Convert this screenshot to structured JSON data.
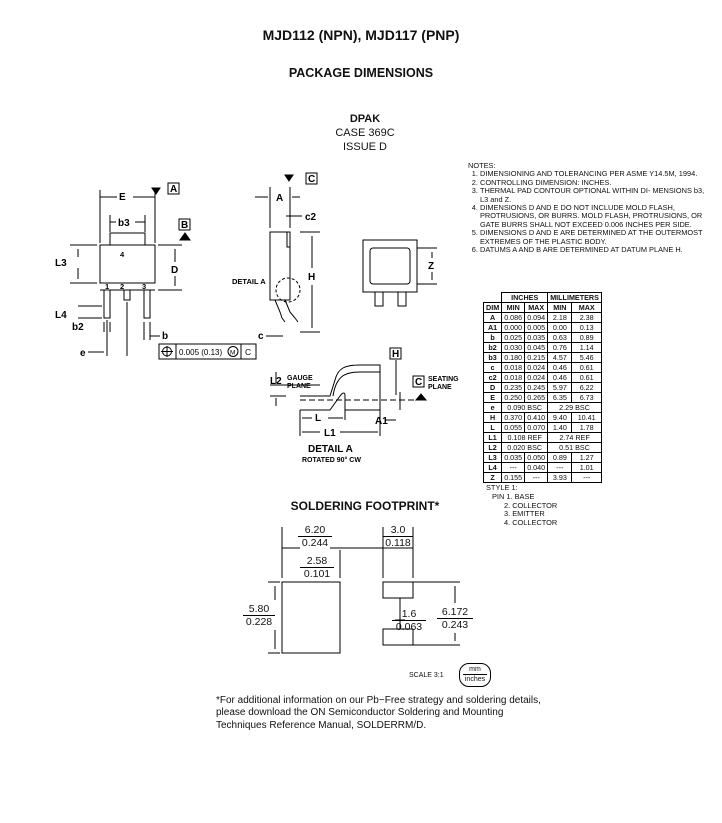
{
  "title": "MJD112 (NPN), MJD117 (PNP)",
  "subtitle": "PACKAGE DIMENSIONS",
  "package": {
    "name": "DPAK",
    "case": "CASE 369C",
    "issue": "ISSUE D"
  },
  "notes": {
    "heading": "NOTES:",
    "items": [
      "DIMENSIONING AND TOLERANCING PER ASME Y14.5M, 1994.",
      "CONTROLLING DIMENSION: INCHES.",
      "THERMAL PAD CONTOUR OPTIONAL WITHIN DI- MENSIONS b3, L3 and Z.",
      "DIMENSIONS D AND E DO NOT INCLUDE MOLD FLASH, PROTRUSIONS, OR BURRS. MOLD FLASH, PROTRUSIONS, OR GATE BURRS SHALL NOT EXCEED 0.006 INCHES PER SIDE.",
      "DIMENSIONS D AND E ARE DETERMINED AT THE OUTERMOST EXTREMES OF THE PLASTIC BODY.",
      "DATUMS A AND B ARE DETERMINED AT DATUM PLANE H."
    ]
  },
  "dim_table": {
    "group_inches": "INCHES",
    "group_mm": "MILLIMETERS",
    "headers": [
      "DIM",
      "MIN",
      "MAX",
      "MIN",
      "MAX"
    ],
    "rows": [
      [
        "A",
        "0.086",
        "0.094",
        "2.18",
        "2.38"
      ],
      [
        "A1",
        "0.000",
        "0.005",
        "0.00",
        "0.13"
      ],
      [
        "b",
        "0.025",
        "0.035",
        "0.63",
        "0.89"
      ],
      [
        "b2",
        "0.030",
        "0.045",
        "0.76",
        "1.14"
      ],
      [
        "b3",
        "0.180",
        "0.215",
        "4.57",
        "5.46"
      ],
      [
        "c",
        "0.018",
        "0.024",
        "0.46",
        "0.61"
      ],
      [
        "c2",
        "0.018",
        "0.024",
        "0.46",
        "0.61"
      ],
      [
        "D",
        "0.235",
        "0.245",
        "5.97",
        "6.22"
      ],
      [
        "E",
        "0.250",
        "0.265",
        "6.35",
        "6.73"
      ],
      [
        "e",
        "0.090 BSC",
        "",
        "2.29 BSC",
        ""
      ],
      [
        "H",
        "0.370",
        "0.410",
        "9.40",
        "10.41"
      ],
      [
        "L",
        "0.055",
        "0.070",
        "1.40",
        "1.78"
      ],
      [
        "L1",
        "0.108 REF",
        "",
        "2.74 REF",
        ""
      ],
      [
        "L2",
        "0.020 BSC",
        "",
        "0.51 BSC",
        ""
      ],
      [
        "L3",
        "0.035",
        "0.050",
        "0.89",
        "1.27"
      ],
      [
        "L4",
        "---",
        "0.040",
        "---",
        "1.01"
      ],
      [
        "Z",
        "0.155",
        "---",
        "3.93",
        "---"
      ]
    ]
  },
  "style": {
    "heading": "STYLE 1:",
    "pins": [
      "PIN 1. BASE",
      "2. COLLECTOR",
      "3. EMITTER",
      "4. COLLECTOR"
    ]
  },
  "drawing_labels": {
    "E": "E",
    "A": "A",
    "B": "B",
    "C": "C",
    "H": "H",
    "b3": "b3",
    "L3": "L3",
    "D": "D",
    "L4": "L4",
    "b2": "b2",
    "b": "b",
    "e": "e",
    "c2": "c2",
    "c": "c",
    "Z": "Z",
    "pin1": "1",
    "pin2": "2",
    "pin3": "3",
    "pin4": "4",
    "detail_a": "DETAIL A",
    "tolerance": "0.005 (0.13)",
    "tolerance_mod": "M",
    "L2": "L2",
    "gauge": "GAUGE",
    "plane": "PLANE",
    "seating": "SEATING",
    "seating_plane": "PLANE",
    "L": "L",
    "L1": "L1",
    "A1": "A1",
    "detail_title": "DETAIL A",
    "detail_sub": "ROTATED 90° CW"
  },
  "soldering": {
    "title": "SOLDERING FOOTPRINT*",
    "dims": {
      "d1_mm": "6.20",
      "d1_in": "0.244",
      "d2_mm": "3.0",
      "d2_in": "0.118",
      "d3_mm": "2.58",
      "d3_in": "0.101",
      "d4_mm": "5.80",
      "d4_in": "0.228",
      "d5_mm": "1.6",
      "d5_in": "0.063",
      "d6_mm": "6.172",
      "d6_in": "0.243"
    },
    "scale": "SCALE 3:1",
    "unit_top": "mm",
    "unit_bottom": "inches"
  },
  "footnote": "*For additional information on our Pb−Free strategy and soldering details, please download the ON Semiconductor Soldering and Mounting Techniques Reference Manual, SOLDERRM/D."
}
